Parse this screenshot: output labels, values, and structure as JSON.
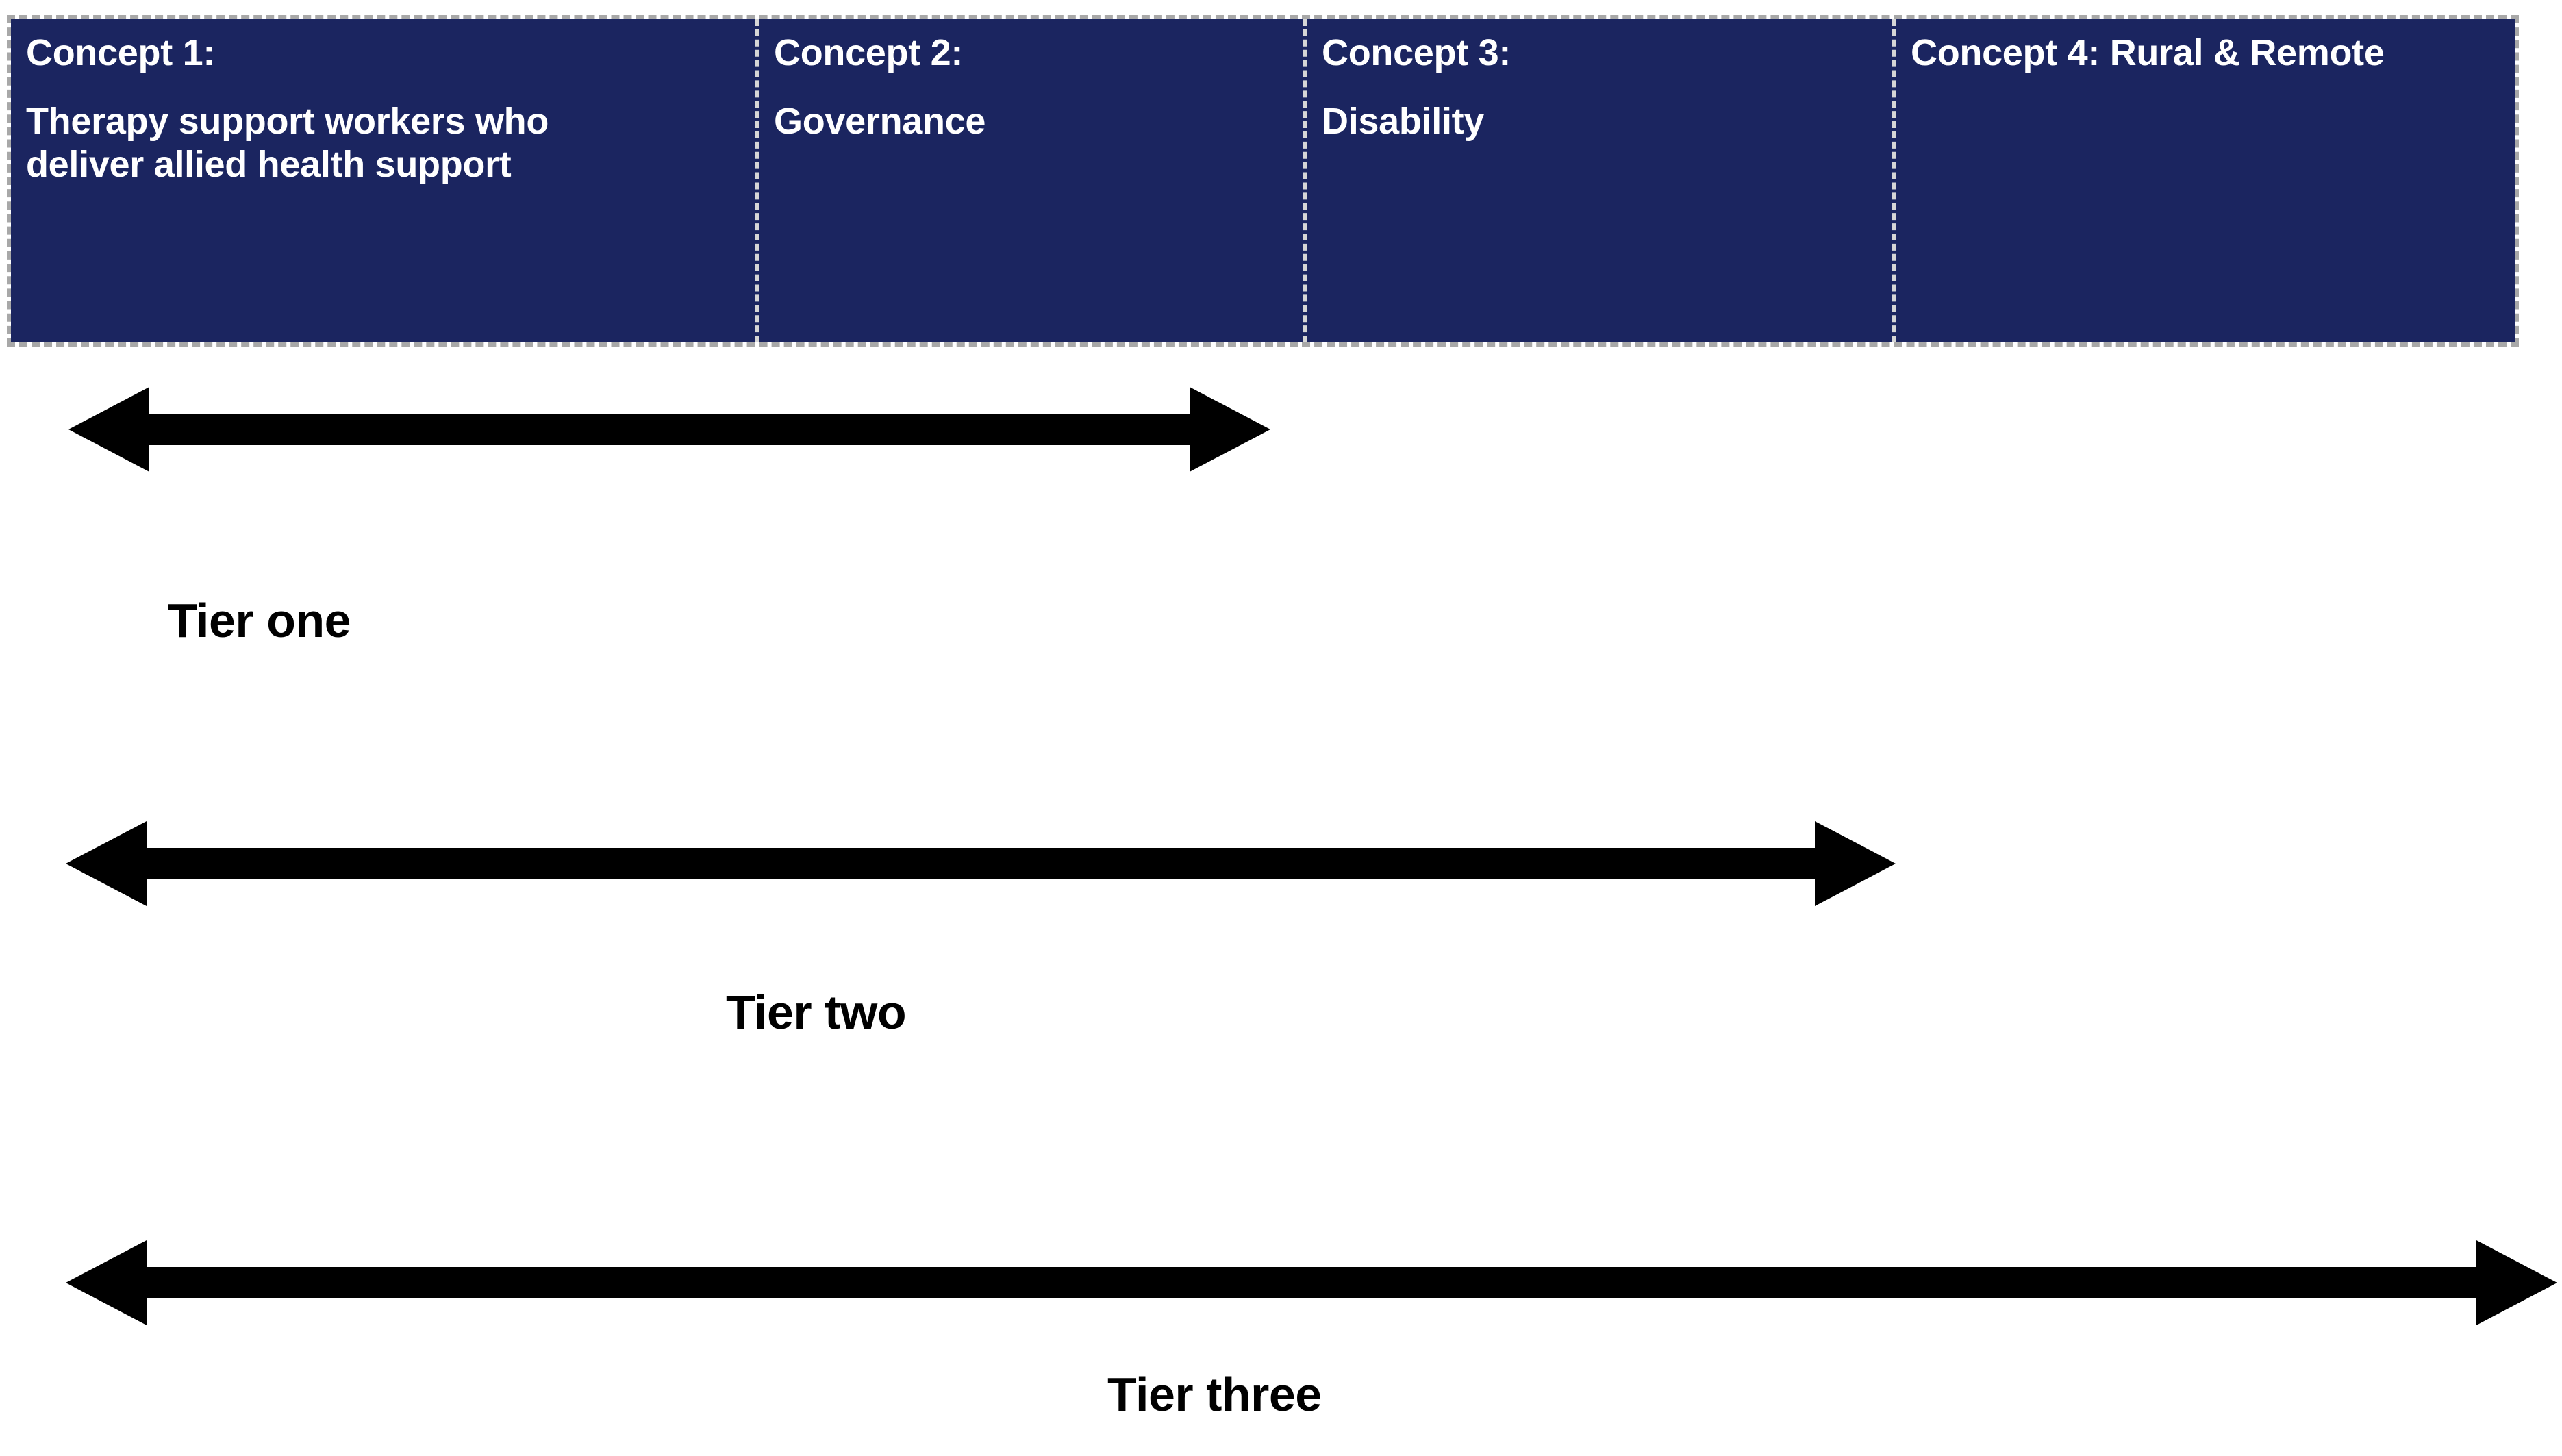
{
  "banner": {
    "background_color": "#1b2560",
    "text_color": "#ffffff",
    "border_style": "dashed-gray",
    "concepts": [
      {
        "title": "Concept 1:",
        "description": "Therapy support workers who\ndeliver allied health support"
      },
      {
        "title": "Concept 2:",
        "description": "Governance"
      },
      {
        "title": "Concept 3:",
        "description": "Disability"
      },
      {
        "title": "Concept 4: Rural & Remote",
        "description": ""
      }
    ]
  },
  "tiers": [
    {
      "label": "Tier one",
      "arrow": "double-headed-arrow",
      "spans_concepts": [
        "Concept 1:",
        "Concept 2:"
      ]
    },
    {
      "label": "Tier two",
      "arrow": "double-headed-arrow",
      "spans_concepts": [
        "Concept 1:",
        "Concept 2:",
        "Concept 3:"
      ]
    },
    {
      "label": "Tier three",
      "arrow": "double-headed-arrow",
      "spans_concepts": [
        "Concept 1:",
        "Concept 2:",
        "Concept 3:",
        "Concept 4: Rural & Remote"
      ]
    }
  ],
  "colors": {
    "navy": "#1b2560",
    "arrow_black": "#000000",
    "page_background": "#ffffff",
    "divider_gray": "#d6d6d6"
  }
}
